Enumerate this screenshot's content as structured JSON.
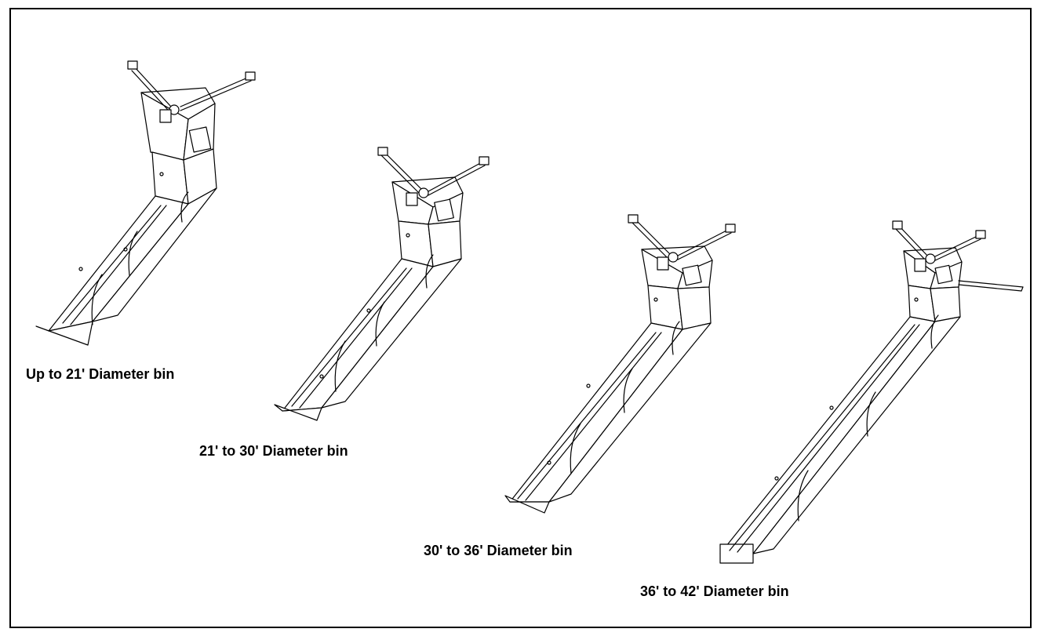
{
  "figure": {
    "line_color": "#000000",
    "background": "#ffffff",
    "spreaders": [
      {
        "id": "s1",
        "caption": "Up to 21' Diameter bin"
      },
      {
        "id": "s2",
        "caption": "21' to 30' Diameter bin"
      },
      {
        "id": "s3",
        "caption": "30' to 36' Diameter bin"
      },
      {
        "id": "s4",
        "caption": "36' to 42' Diameter bin"
      }
    ]
  }
}
